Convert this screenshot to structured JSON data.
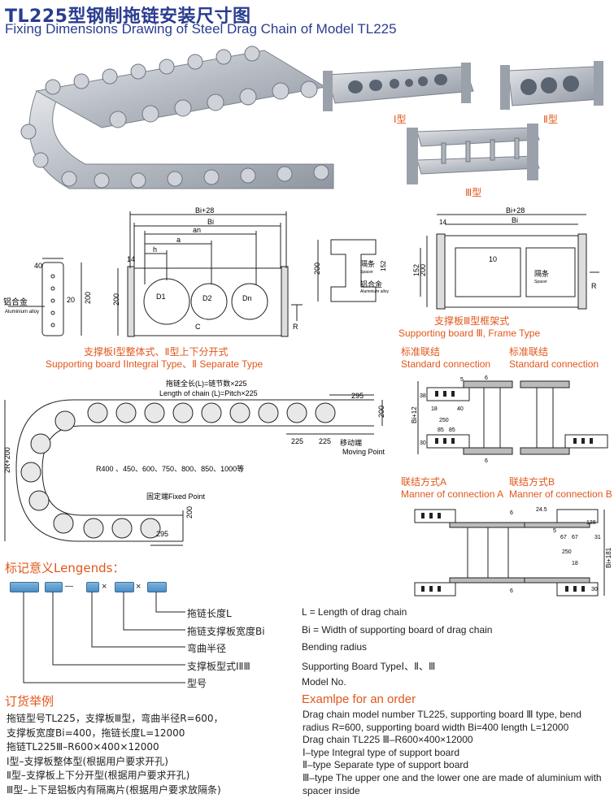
{
  "title": {
    "cn": "TL225型钢制拖链安装尺寸图",
    "en": "Fixing Dimensions Drawing of Steel Drag Chain of Model TL225"
  },
  "photo_labels": {
    "type1": "Ⅰ型",
    "type2": "Ⅱ型",
    "type3": "Ⅲ型"
  },
  "board12": {
    "dims": {
      "bi28": "Bi+28",
      "bi": "Bi",
      "an": "an",
      "a": "a",
      "h": "h",
      "d14": "14",
      "h200": "200",
      "w40": "40",
      "d20": "20",
      "r": "R",
      "c": "C",
      "d1": "D1",
      "d2": "D2",
      "dn": "Dn"
    },
    "alloy_cn": "铝合金",
    "alloy_en": "Aluminium alloy",
    "caption_cn": "支撑板Ⅰ型整体式、Ⅱ型上下分开式",
    "caption_en": "Supporting board ⅠIntegral Type、Ⅱ Separate Type"
  },
  "board3": {
    "dims": {
      "bi28": "Bi+28",
      "bi": "Bi",
      "d14": "14",
      "d10": "10",
      "h200": "200",
      "h152": "152",
      "r": "R"
    },
    "spacer_cn": "隔条",
    "spacer_en": "Spacer",
    "alloy_cn": "铝合金",
    "alloy_en": "Aluminium alloy",
    "caption_cn": "支撑板Ⅲ型框架式",
    "caption_en": "Supporting board Ⅲ, Frame Type"
  },
  "chain": {
    "length_cn": "拖链全长(L)=链节数×225",
    "length_en": "Length of chain (L)=Pitch×225",
    "radii": "R400 、450、600、750、800、850、1000等",
    "moving_cn": "移动端",
    "moving_en": "Moving Point",
    "fixed": "固定端Fixed Point",
    "dims": {
      "d295a": "295",
      "d295b": "295",
      "d225a": "225",
      "d225b": "225",
      "d200a": "200",
      "d200b": "200",
      "d2r": "2R+200"
    }
  },
  "connection": {
    "std_cn": "标准联结",
    "std_en": "Standard connection",
    "a_cn": "联结方式A",
    "a_en": "Manner of connection A",
    "b_cn": "联结方式B",
    "b_en": "Manner of connection B",
    "dims": {
      "d5": "5",
      "d6": "6",
      "d38": "38",
      "d18": "18",
      "d40": "40",
      "bi12": "Bi+12",
      "d250": "250",
      "d85a": "85",
      "d85b": "85",
      "d30": "30",
      "d6b": "6",
      "d24": "24.5",
      "d138": "138",
      "d5b": "5",
      "d67a": "67",
      "d67b": "67",
      "d31": "31",
      "bi181": "Bi+181",
      "d250b": "250",
      "d18b": "18",
      "d30b": "30",
      "d6c": "6",
      "d6d": "6"
    }
  },
  "legend": {
    "title": "标记意义Lengends：",
    "sep": "—",
    "x1": "×",
    "x2": "×",
    "rows": [
      {
        "cn": "拖链长度L",
        "en": "L = Length of drag chain"
      },
      {
        "cn": "拖链支撑板宽度Bi",
        "en": "Bi = Width of supporting board of drag chain"
      },
      {
        "cn": "弯曲半径",
        "en": "Bending radius"
      },
      {
        "cn": "支撑板型式ⅠⅡⅢ",
        "en": "Supporting Board TypeⅠ、Ⅱ、Ⅲ"
      },
      {
        "cn": "型号",
        "en": "Model No."
      }
    ]
  },
  "order": {
    "title_cn": "订货举例",
    "title_en": "Examlpe for an order",
    "cn_lines": [
      "拖链型号TL225，支撑板Ⅲ型，弯曲半径R=600，",
      "支撑板宽度Bi=400，拖链长度L=12000",
      "拖链TL225Ⅲ–R600×400×12000",
      "Ⅰ型–支撑板整体型(根据用户要求开孔)",
      "Ⅱ型–支撑板上下分开型(根据用户要求开孔)",
      "Ⅲ型–上下是铝板内有隔离片(根据用户要求放隔条)"
    ],
    "en_lines": [
      "Drag chain model number TL225, supporting board Ⅲ type, bend radius R=600, supporting board width Bi=400 length L=12000",
      "Drag chain TL225 Ⅲ–R600×400×12000",
      "Ⅰ–type Integral type of support board",
      "Ⅱ–type Separate type of support board",
      "Ⅲ–type The upper one and the lower one are made of aluminium with spacer inside"
    ]
  },
  "colors": {
    "title_blue": "#2a3d8f",
    "caption_orange": "#e2561b",
    "legend_box_blue": "#5a9bd0"
  }
}
